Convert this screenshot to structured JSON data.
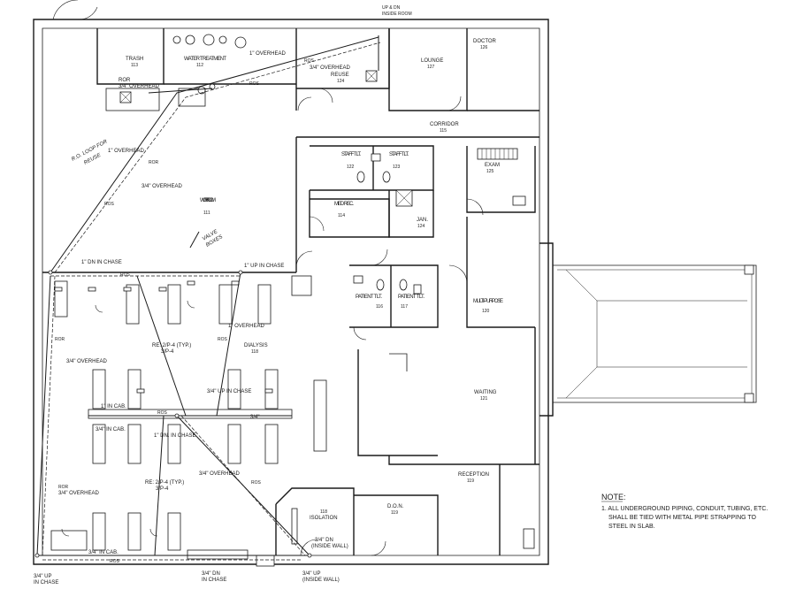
{
  "rooms": {
    "trash": {
      "name": "TRASH",
      "num": "113"
    },
    "water_treatment": {
      "name": "WATER TREATMENT",
      "num": "112"
    },
    "reuse": {
      "name": "REUSE",
      "num": "124"
    },
    "lounge": {
      "name": "LOUNGE",
      "num": "127"
    },
    "doctor": {
      "name": "DOCTOR",
      "num": "126"
    },
    "corridor": {
      "name": "CORRIDOR",
      "num": "115"
    },
    "staff_tlt_1": {
      "name": "STAFF TLT.",
      "num": "122"
    },
    "staff_tlt_2": {
      "name": "STAFF TLT.",
      "num": "123"
    },
    "exam": {
      "name": "EXAM",
      "num": "125"
    },
    "work_room": {
      "name": "WORK ROOM",
      "num": "111"
    },
    "med_rec": {
      "name": "MED REC.",
      "num": "114"
    },
    "jan": {
      "name": "JAN.",
      "num": "124"
    },
    "patient_tlt_1": {
      "name": "PATIENT TLT.",
      "num": "116"
    },
    "patient_tlt_2": {
      "name": "PATIENT TLT.",
      "num": "117"
    },
    "multi_purpose": {
      "name": "MULTI-PURPOSE",
      "num": "120"
    },
    "dialysis": {
      "name": "DIALYSIS",
      "num": "118"
    },
    "waiting": {
      "name": "WAITING",
      "num": "121"
    },
    "reception": {
      "name": "RECEPTION",
      "num": "119"
    },
    "isolation": {
      "name": "ISOLATION",
      "num": "118"
    },
    "don": {
      "name": "D.O.N.",
      "num": "119"
    }
  },
  "labels": {
    "up_dn_inside_room_1": "UP & DN",
    "up_dn_inside_room_2": "INSIDE ROOM",
    "one_overhead_top": "1\" OVERHEAD",
    "ros_top": "ROS",
    "three_quarter_overhead_top": "3/4\" OVERHEAD",
    "ror": "ROR",
    "three_quarter_overhead_trash": "3/4\" OVERHEAD",
    "ros_mid": "ROS",
    "handnote_ro_1": "R.O. LOOP FOR",
    "handnote_ro_2": "REUSE",
    "one_overhead_left": "1\" OVERHEAD",
    "ror_diag": "ROR",
    "three_quarter_overhead_diag": "3/4\" OVERHEAD",
    "ros_diag": "ROS",
    "valve_note_1": "VALVE",
    "valve_note_2": "BOXES",
    "one_dn_in_chase": "1\" DN IN CHASE",
    "ros_chase": "ROS",
    "one_up_in_chase": "1\" UP IN CHASE",
    "one_overhead_dialysis": "1\" OVERHEAD",
    "re_typ_1a": "RE: 2/P-4 (TYP.)",
    "re_typ_1b": "3/P-4",
    "ros_dialysis": "ROS",
    "ror_left": "ROR",
    "three_quarter_overhead_left": "3/4\" OVERHEAD",
    "three_quarter_up_in_chase": "3/4\" UP IN CHASE",
    "one_in_cab": "1\" IN CAB.",
    "ros_island": "ROS",
    "three_quarter_island": "3/4\"",
    "three_quarter_in_cab": "3/4\" IN CAB.",
    "one_dn_in_chase_mid": "1\" DN. IN CHASE",
    "three_quarter_overhead_mid": "3/4\" OVERHEAD",
    "ros_mid2": "ROS",
    "re_typ_2a": "RE: 2/P-4 (TYP.)",
    "re_typ_2b": "3/P-4",
    "ror_bottom": "ROR",
    "three_quarter_overhead_bottom": "3/4\" OVERHEAD",
    "three_quarter_in_cab_bottom": "3/4\" IN CAB.",
    "ros_bottom": "ROS",
    "three_quarter_dn_inside_wall_1": "3/4\" DN",
    "three_quarter_dn_inside_wall_2": "(INSIDE WALL)",
    "three_quarter_up_chase_left_1": "3/4\" UP",
    "three_quarter_up_chase_left_2": "IN CHASE",
    "three_quarter_dn_chase_bottom_1": "3/4\" DN",
    "three_quarter_dn_chase_bottom_2": "IN CHASE",
    "three_quarter_up_inside_wall_1": "3/4\" UP",
    "three_quarter_up_inside_wall_2": "(INSIDE WALL)"
  },
  "note": {
    "title": "NOTE:",
    "line1": "1.  ALL UNDERGROUND PIPING, CONDUIT, TUBING, ETC.",
    "line2": "SHALL BE TIED WITH METAL PIPE STRAPPING TO",
    "line3": "STEEL IN SLAB."
  }
}
